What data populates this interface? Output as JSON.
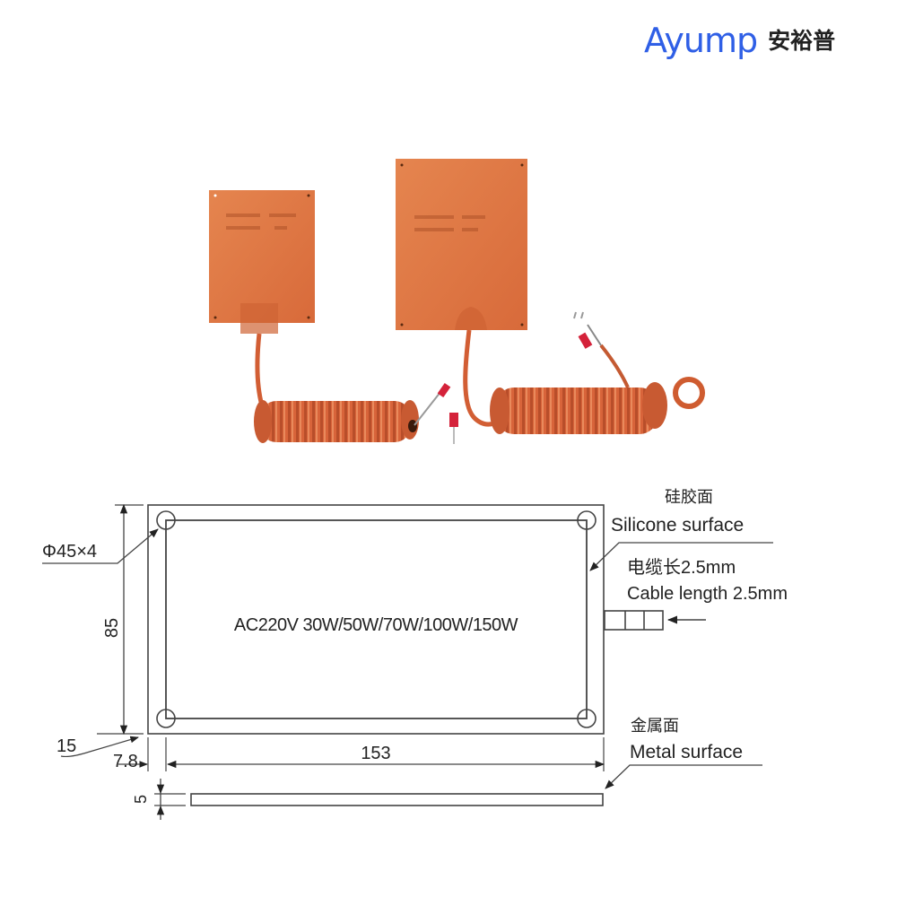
{
  "brand": {
    "name_en": "Ayump",
    "name_cn": "安裕普",
    "color": "#2f5fe6"
  },
  "photo": {
    "subject": "silicone rubber heating pads with coiled cable and fork terminals",
    "pad_color": "#e07a48",
    "cable_color": "#d8643a"
  },
  "diagram": {
    "hole_spec": "Φ45×4",
    "height_dim": "85",
    "width_dim": "153",
    "margin_dim_a": "15",
    "margin_dim_b": "7.8",
    "thickness_dim": "5",
    "spec_text": "AC220V 30W/50W/70W/100W/150W",
    "silicone_cn": "硅胶面",
    "silicone_en": "Silicone surface",
    "cable_cn": "电缆长2.5mm",
    "cable_en": "Cable length 2.5mm",
    "metal_cn": "金属面",
    "metal_en": "Metal surface",
    "line_color": "#333333"
  }
}
